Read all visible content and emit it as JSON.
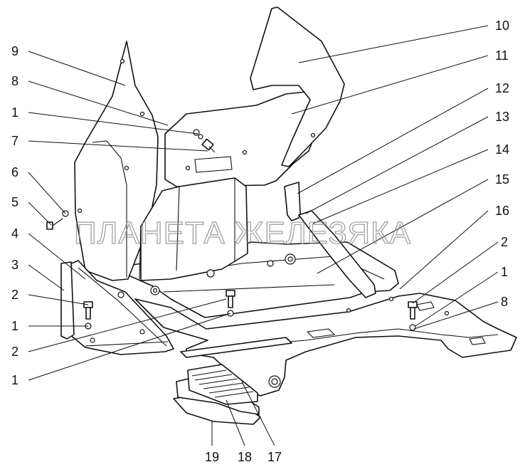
{
  "watermark": "ПЛАНЕТА ЖЕЛЕЗЯКА",
  "callouts": [
    "10",
    "11",
    "12",
    "13",
    "14",
    "15",
    "16",
    "9",
    "8",
    "1",
    "7",
    "6",
    "5",
    "4",
    "3",
    "2",
    "1",
    "2",
    "1",
    "2",
    "1",
    "8",
    "19",
    "18",
    "17"
  ]
}
